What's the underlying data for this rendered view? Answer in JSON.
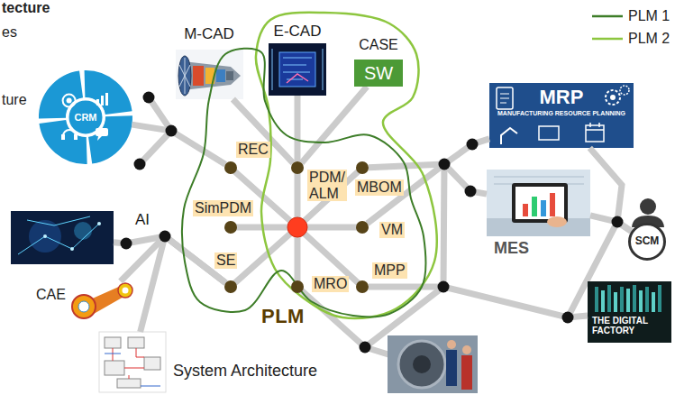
{
  "diagram": {
    "nodes": [
      {
        "text": [
          "M-CAD"
        ]
      },
      {
        "text": [
          "E-CAD"
        ]
      },
      {
        "text": [
          "CASE",
          "SW"
        ]
      },
      {
        "text": [
          "CRM"
        ]
      },
      {
        "text": [
          "MRP",
          "MANUFACTURING RESOURCE PLANNING"
        ]
      },
      {
        "text": [
          "PLM"
        ]
      },
      {
        "text": [
          "REC"
        ],
        "in": 5
      },
      {
        "text": [
          "PDM/ ALM"
        ],
        "in": 5
      },
      {
        "text": [
          "MBOM"
        ],
        "in": 5
      },
      {
        "text": [
          "SimPDM"
        ],
        "in": 5
      },
      {
        "text": [
          "VM"
        ],
        "in": 5
      },
      {
        "text": [
          "SE"
        ],
        "in": 5
      },
      {
        "text": [
          "MPP"
        ],
        "in": 5
      },
      {
        "text": [
          "MRO"
        ],
        "in": 5
      },
      {
        "text": [
          "AI"
        ]
      },
      {
        "text": [
          "MES"
        ]
      },
      {
        "text": [
          "SCM"
        ]
      },
      {
        "text": [
          "CAE"
        ]
      },
      {
        "text": [
          "THE DIGITAL FACTORY"
        ]
      },
      {
        "text": [
          "System Architecture"
        ]
      }
    ],
    "edges": [
      {
        "from": 7,
        "to": 0,
        "arrow": "none"
      },
      {
        "from": 7,
        "to": 1,
        "arrow": "none"
      },
      {
        "from": 7,
        "to": 2,
        "arrow": "none"
      },
      {
        "from": 6,
        "to": 3,
        "arrow": "none"
      },
      {
        "from": 14,
        "to": 11,
        "arrow": "none"
      },
      {
        "from": 17,
        "to": 11,
        "arrow": "none"
      },
      {
        "from": 19,
        "to": 11,
        "arrow": "none"
      },
      {
        "from": 8,
        "to": 4,
        "arrow": "none"
      },
      {
        "from": 10,
        "to": 15,
        "arrow": "none"
      },
      {
        "from": 15,
        "to": 16,
        "arrow": "none"
      },
      {
        "from": 4,
        "to": 16,
        "arrow": "none"
      },
      {
        "from": 12,
        "to": 18,
        "arrow": "none"
      }
    ],
    "labels": [
      "tecture",
      "es",
      "ture"
    ],
    "legend": [
      {
        "text": "PLM 1"
      },
      {
        "text": "PLM 2"
      }
    ]
  }
}
